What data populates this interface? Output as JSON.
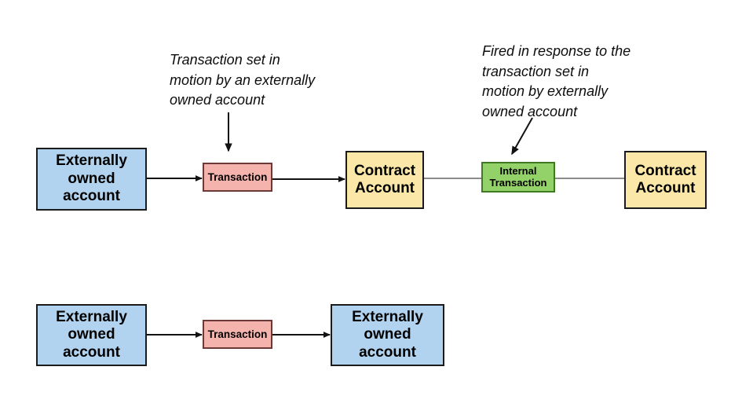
{
  "diagram": {
    "title_present": false,
    "background_color": "#ffffff",
    "palette": {
      "externally_owned_account_fill": "#b1d3ef",
      "contract_account_fill": "#fbe7a8",
      "transaction_fill": "#f5b3ad",
      "internal_transaction_fill": "#93d268",
      "node_border": "#1b1b1b",
      "transaction_border": "#6b3a36",
      "internal_transaction_border": "#3f7a22",
      "black_connector": "#121212",
      "gray_connector": "#8c8c8c",
      "text_color": "#0d0d0d"
    },
    "rows": [
      {
        "id": "row-top",
        "nodes": [
          {
            "id": "eoa-top",
            "label": "Externally\nowned\naccount",
            "type": "externally-owned-account"
          },
          {
            "id": "tx-top",
            "label": "Transaction",
            "type": "transaction"
          },
          {
            "id": "contract-mid",
            "label": "Contract\nAccount",
            "type": "contract-account"
          },
          {
            "id": "internal-tx",
            "label": "Internal\nTransaction",
            "type": "internal-transaction"
          },
          {
            "id": "contract-right",
            "label": "Contract\nAccount",
            "type": "contract-account"
          }
        ],
        "connectors": [
          {
            "id": "eoa-to-tx",
            "from": "eoa-top",
            "to": "tx-top",
            "style": "black",
            "arrowhead": true
          },
          {
            "id": "tx-to-contract",
            "from": "tx-top",
            "to": "contract-mid",
            "style": "black",
            "arrowhead": true
          },
          {
            "id": "contract-to-internal",
            "from": "contract-mid",
            "to": "internal-tx",
            "style": "gray",
            "arrowhead": false
          },
          {
            "id": "internal-to-contract",
            "from": "internal-tx",
            "to": "contract-right",
            "style": "gray",
            "arrowhead": false
          }
        ]
      },
      {
        "id": "row-bottom",
        "nodes": [
          {
            "id": "eoa-bottom-left",
            "label": "Externally\nowned\naccount",
            "type": "externally-owned-account"
          },
          {
            "id": "tx-bottom",
            "label": "Transaction",
            "type": "transaction"
          },
          {
            "id": "eoa-bottom-right",
            "label": "Externally\nowned\naccount",
            "type": "externally-owned-account"
          }
        ],
        "connectors": [
          {
            "id": "eoa-bottom-to-tx",
            "from": "eoa-bottom-left",
            "to": "tx-bottom",
            "style": "black",
            "arrowhead": true
          },
          {
            "id": "tx-to-eoa-bottom",
            "from": "tx-bottom",
            "to": "eoa-bottom-right",
            "style": "black",
            "arrowhead": true
          }
        ]
      }
    ],
    "annotations": [
      {
        "id": "annotation-transaction",
        "text": "Transaction set in\nmotion by an externally\nowned account",
        "points_to": "tx-top",
        "pointer": "vertical-down-arrow"
      },
      {
        "id": "annotation-internal-transaction",
        "text": "Fired in response to the\ntransaction set in\nmotion by externally\nowned account",
        "points_to": "internal-tx",
        "pointer": "diagonal-down-left-arrow"
      }
    ]
  }
}
